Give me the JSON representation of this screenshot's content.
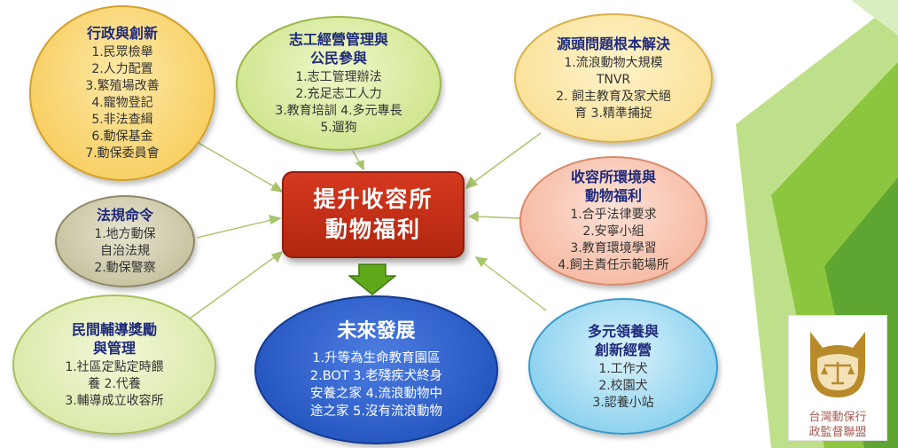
{
  "center": {
    "line1": "提升收容所",
    "line2": "動物福利"
  },
  "nodes": {
    "admin": {
      "title": [
        "行政與創新"
      ],
      "items": [
        "1.民眾檢舉",
        "2.人力配置",
        "3.繁殖場改善",
        "4.寵物登記",
        "5.非法查緝",
        "6.動保基金",
        "7.動保委員會"
      ]
    },
    "vol": {
      "title": [
        "志工經營管理與",
        "公民參與"
      ],
      "items": [
        "1.志工管理辦法",
        "2.充足志工人力",
        "3.教育培訓 4.多元專長",
        "5.遛狗"
      ]
    },
    "source": {
      "title": [
        "源頭問題根本解決"
      ],
      "items": [
        "1.流浪動物大規模",
        "TNVR",
        "2. 飼主教育及家犬絕",
        "育 3.精準捕捉"
      ]
    },
    "law": {
      "title": [
        "法規命令"
      ],
      "items": [
        "1.地方動保",
        "自治法規",
        "2.動保警察"
      ]
    },
    "shelter": {
      "title": [
        "收容所環境與",
        "動物福利"
      ],
      "items": [
        "1.合乎法律要求",
        "2.安寧小組",
        "3.教育環境學習",
        "4.飼主責任示範場所"
      ]
    },
    "civil": {
      "title": [
        "民間輔導獎勵",
        "與管理"
      ],
      "items": [
        "1.社區定點定時餵",
        "養 2.代養",
        "3.輔導成立收容所"
      ]
    },
    "adopt": {
      "title": [
        "多元領養與",
        "創新經營"
      ],
      "items": [
        "1.工作犬",
        "2.校園犬",
        "3.認養小站"
      ]
    },
    "future": {
      "title": [
        "未來發展"
      ],
      "items": [
        "1.升等為生命教育園區",
        "2.BOT 3.老殘疾犬終身",
        "安養之家 4.流浪動物中",
        "途之家 5.沒有流浪動物"
      ]
    }
  },
  "logo": {
    "line1": "台灣動保行",
    "line2": "政監督聯盟"
  },
  "colors": {
    "center": "#c0301a",
    "future": "#1849b6",
    "arrow": "#a8c56a",
    "down_arrow": "#5fa81c",
    "title": "#1f2a7a"
  }
}
